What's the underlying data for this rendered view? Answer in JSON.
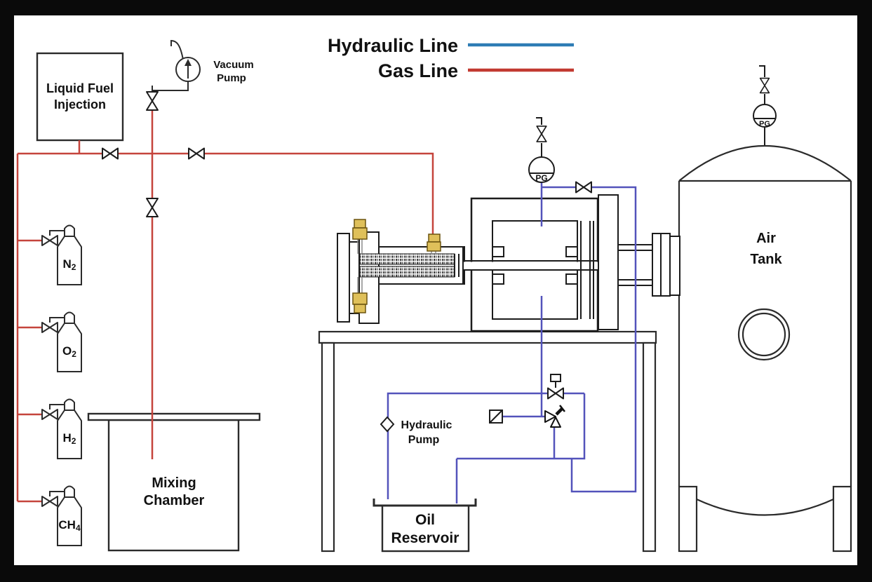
{
  "legend": {
    "hydraulic_label": "Hydraulic Line",
    "gas_label": "Gas Line",
    "hydraulic_color": "#2e7cb5",
    "gas_color": "#c23a31"
  },
  "line_colors": {
    "gas_line": "#c5443c",
    "hydraulic_line": "#5353bb"
  },
  "components": {
    "liquid_fuel_injection": {
      "line1": "Liquid Fuel",
      "line2": "Injection"
    },
    "vacuum_pump": {
      "line1": "Vacuum",
      "line2": "Pump"
    },
    "mixing_chamber": {
      "line1": "Mixing",
      "line2": "Chamber"
    },
    "oil_reservoir": {
      "line1": "Oil",
      "line2": "Reservoir"
    },
    "hydraulic_pump": {
      "line1": "Hydraulic",
      "line2": "Pump"
    },
    "air_tank": {
      "line1": "Air",
      "line2": "Tank"
    }
  },
  "gas_cylinders": [
    {
      "symbol": "N",
      "subscript": "2"
    },
    {
      "symbol": "O",
      "subscript": "2"
    },
    {
      "symbol": "H",
      "subscript": "2"
    },
    {
      "symbol": "CH",
      "subscript": "4"
    }
  ],
  "gauges": {
    "pressure_gauge_label": "PG"
  }
}
